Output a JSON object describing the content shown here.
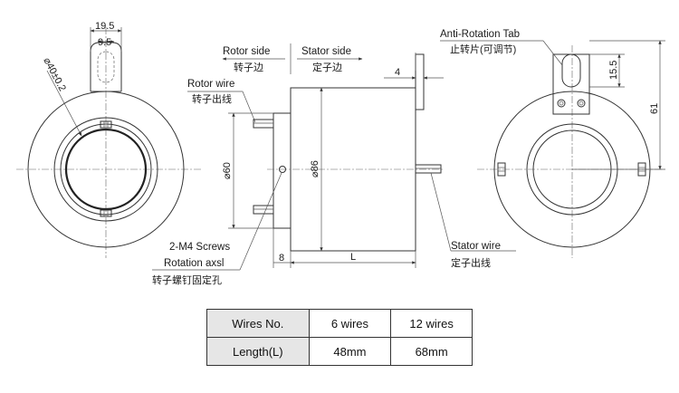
{
  "left_view": {
    "dim_width_outer": "19.5",
    "dim_width_inner": "9.5",
    "dim_diameter": "⌀40±0.2"
  },
  "side_view": {
    "rotor_side_label": "Rotor side",
    "rotor_side_cn": "转子边",
    "stator_side_label": "Stator side",
    "stator_side_cn": "定子边",
    "rotor_wire_label": "Rotor wire",
    "rotor_wire_cn": "转子出线",
    "dim_tab_thickness": "4",
    "dim_diameter_60": "⌀60",
    "dim_diameter_86": "⌀86",
    "dim_flange": "8",
    "dim_length": "L",
    "screws_label": "2-M4 Screws",
    "rotation_axis_label": "Rotation axsl",
    "screws_cn": "转子螺钉固定孔",
    "stator_wire_label": "Stator wire",
    "stator_wire_cn": "定子出线"
  },
  "right_view": {
    "tab_label": "Anti-Rotation Tab",
    "tab_cn": "止转片(可调节)",
    "dim_tab_height": "15.5",
    "dim_height": "61"
  },
  "table": {
    "header_col": "Wires No.",
    "col1": "6 wires",
    "col2": "12 wires",
    "row_label": "Length(L)",
    "val1": "48mm",
    "val2": "68mm"
  }
}
